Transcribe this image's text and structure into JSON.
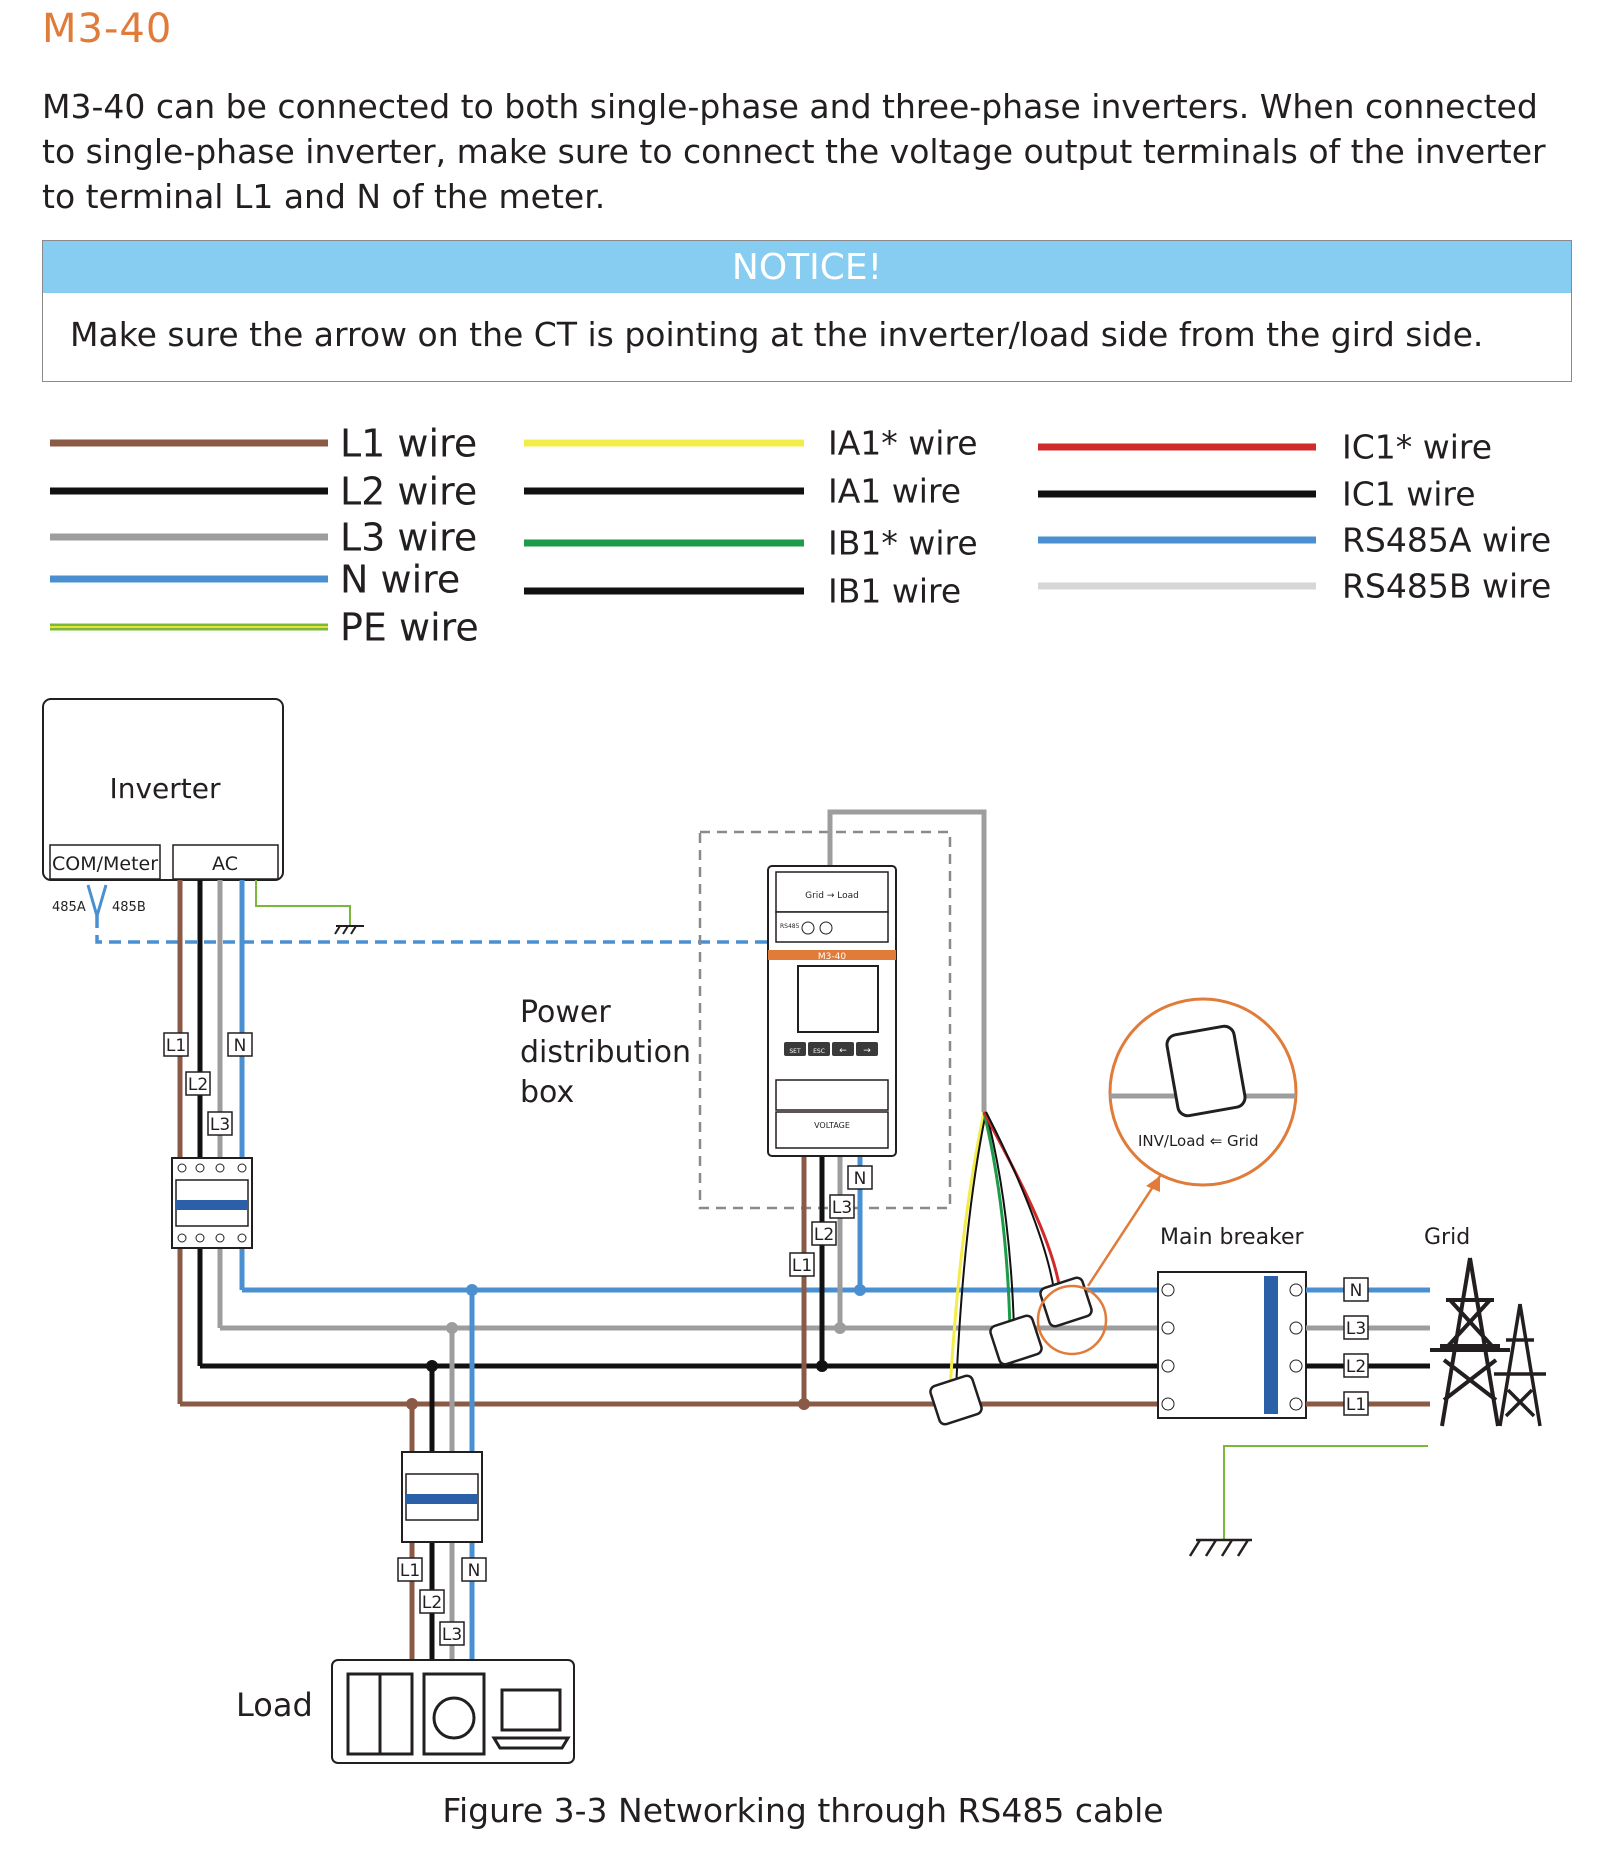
{
  "heading": "M3-40",
  "intro": "M3-40 can be connected to both single-phase and three-phase inverters. When connected to single-phase inverter, make sure to connect the voltage output terminals of the inverter to terminal L1 and N of the meter.",
  "notice": {
    "title": "NOTICE!",
    "text": "Make sure the arrow on the CT is pointing at the inverter/load side from the gird side."
  },
  "legend": [
    {
      "label": "L1 wire",
      "color": "#8b5a46"
    },
    {
      "label": "L2 wire",
      "color": "#111111"
    },
    {
      "label": "L3 wire",
      "color": "#9d9d9d"
    },
    {
      "label": "N wire",
      "color": "#4a90d0"
    },
    {
      "label": "PE wire",
      "color": "#79b83a",
      "stripe": "#e6e23a"
    },
    {
      "label": "IA1* wire",
      "color": "#f3ec4a"
    },
    {
      "label": "IA1 wire",
      "color": "#111111"
    },
    {
      "label": "IB1* wire",
      "color": "#1d9b49"
    },
    {
      "label": "IB1 wire",
      "color": "#111111"
    },
    {
      "label": "IC1* wire",
      "color": "#d02a2a"
    },
    {
      "label": "IC1 wire",
      "color": "#111111"
    },
    {
      "label": "RS485A wire",
      "color": "#4a90d0"
    },
    {
      "label": "RS485B wire",
      "color": "#d7d7d7"
    }
  ],
  "diagram": {
    "inverter": "Inverter",
    "com_meter": "COM/Meter",
    "ac": "AC",
    "a485": "485A",
    "b485": "485B",
    "power_box_line1": "Power",
    "power_box_line2": "distribution",
    "power_box_line3": "box",
    "meter_model": "M3-40",
    "meter_direction": "Grid → Load",
    "meter_rs485": "RS485",
    "meter_voltage": "VOLTAGE",
    "meter_keys": [
      "SET",
      "ESC",
      "←",
      "→"
    ],
    "ct_inset": "INV/Load ⇐ Grid",
    "main_breaker": "Main breaker",
    "grid": "Grid",
    "load": "Load",
    "tag_l1": "L1",
    "tag_l2": "L2",
    "tag_l3": "L3",
    "tag_n": "N"
  },
  "caption": "Figure 3-3  Networking through RS485 cable"
}
